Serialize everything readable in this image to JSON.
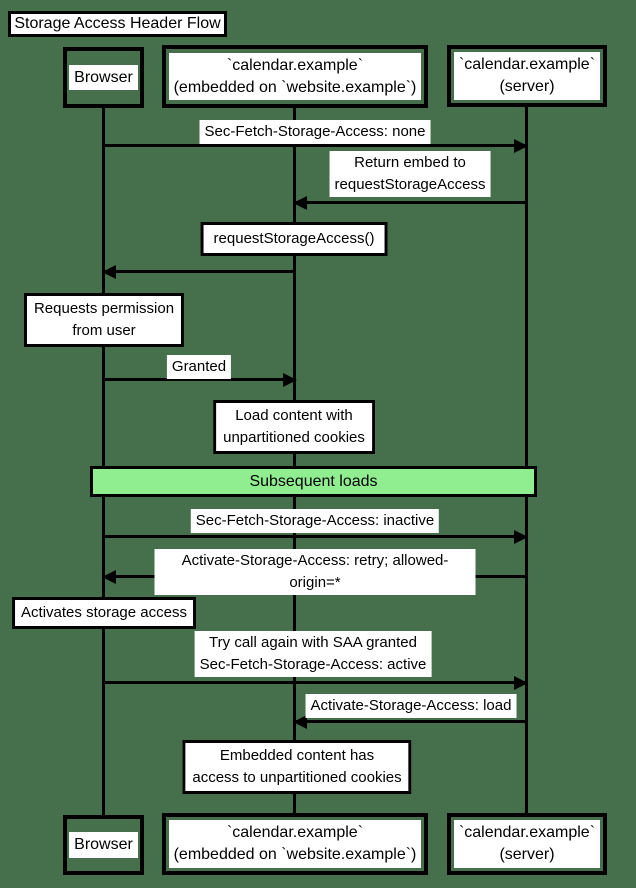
{
  "colors": {
    "background": "#46704b",
    "divider_fill": "#90ee90",
    "line": "#000000",
    "label_bg": "#ffffff"
  },
  "diagram": {
    "title": "Storage Access Header Flow",
    "participants": {
      "browser": {
        "label": "Browser"
      },
      "embed": {
        "label": "`calendar.example`\n(embedded on `website.example`)"
      },
      "server": {
        "label": "`calendar.example`\n(server)"
      }
    },
    "messages": [
      {
        "label": "Sec-Fetch-Storage-Access: none",
        "from": "browser",
        "to": "server"
      },
      {
        "label": "Return embed to\nrequestStorageAccess",
        "from": "server",
        "to": "embed"
      },
      {
        "label": "requestStorageAccess()",
        "from": "embed",
        "to": "browser",
        "style": "boxed"
      },
      {
        "label": "Granted",
        "from": "browser",
        "to": "embed"
      },
      {
        "label": "Sec-Fetch-Storage-Access: inactive",
        "from": "browser",
        "to": "server"
      },
      {
        "label": "Activate-Storage-Access: retry; allowed-origin=*",
        "from": "server",
        "to": "browser"
      },
      {
        "label": "Try call again with SAA granted\nSec-Fetch-Storage-Access: active",
        "from": "browser",
        "to": "server"
      },
      {
        "label": "Activate-Storage-Access: load",
        "from": "server",
        "to": "embed"
      }
    ],
    "notes": [
      {
        "label": "Requests permission\nfrom user",
        "over": "browser"
      },
      {
        "label": "Load content with\nunpartitioned cookies",
        "over": "embed"
      },
      {
        "label": "Activates storage access",
        "over": "browser"
      },
      {
        "label": "Embedded content has\naccess to unpartitioned cookies",
        "over": "embed"
      }
    ],
    "divider": {
      "label": "Subsequent loads"
    }
  }
}
